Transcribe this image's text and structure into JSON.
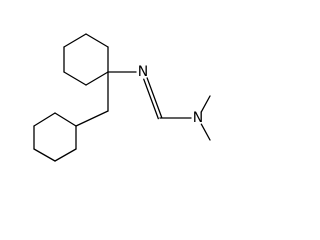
{
  "molecule": {
    "atoms": [
      {
        "id": "c1",
        "element": "C",
        "label": ""
      },
      {
        "id": "c2",
        "element": "C",
        "label": ""
      },
      {
        "id": "c3",
        "element": "C",
        "label": ""
      },
      {
        "id": "c4",
        "element": "C",
        "label": ""
      },
      {
        "id": "c5",
        "element": "C",
        "label": ""
      },
      {
        "id": "c6",
        "element": "C",
        "label": ""
      },
      {
        "id": "ch2",
        "element": "C",
        "label": ""
      },
      {
        "id": "d1",
        "element": "C",
        "label": ""
      },
      {
        "id": "d2",
        "element": "C",
        "label": ""
      },
      {
        "id": "d3",
        "element": "C",
        "label": ""
      },
      {
        "id": "d4",
        "element": "C",
        "label": ""
      },
      {
        "id": "d5",
        "element": "C",
        "label": ""
      },
      {
        "id": "d6",
        "element": "C",
        "label": ""
      },
      {
        "id": "n1",
        "element": "N",
        "label": "N"
      },
      {
        "id": "cim",
        "element": "C",
        "label": ""
      },
      {
        "id": "n2",
        "element": "N",
        "label": "N"
      },
      {
        "id": "me1",
        "element": "C",
        "label": ""
      },
      {
        "id": "me2",
        "element": "C",
        "label": ""
      }
    ],
    "bonds": [
      {
        "id": "b1",
        "from": "c1",
        "to": "c2",
        "order": 1
      },
      {
        "id": "b2",
        "from": "c2",
        "to": "c3",
        "order": 1
      },
      {
        "id": "b3",
        "from": "c3",
        "to": "c4",
        "order": 1
      },
      {
        "id": "b4",
        "from": "c4",
        "to": "c5",
        "order": 1
      },
      {
        "id": "b5",
        "from": "c5",
        "to": "c6",
        "order": 1
      },
      {
        "id": "b6",
        "from": "c6",
        "to": "c1",
        "order": 1
      },
      {
        "id": "b7",
        "from": "c1",
        "to": "ch2",
        "order": 1
      },
      {
        "id": "b8",
        "from": "ch2",
        "to": "d1",
        "order": 1
      },
      {
        "id": "b9",
        "from": "d1",
        "to": "d2",
        "order": 1
      },
      {
        "id": "b10",
        "from": "d2",
        "to": "d3",
        "order": 1
      },
      {
        "id": "b11",
        "from": "d3",
        "to": "d4",
        "order": 1
      },
      {
        "id": "b12",
        "from": "d4",
        "to": "d5",
        "order": 1
      },
      {
        "id": "b13",
        "from": "d5",
        "to": "d6",
        "order": 1
      },
      {
        "id": "b14",
        "from": "d6",
        "to": "d1",
        "order": 1
      },
      {
        "id": "b15",
        "from": "c1",
        "to": "n1",
        "order": 1
      },
      {
        "id": "b16",
        "from": "n1",
        "to": "cim",
        "order": 2
      },
      {
        "id": "b17",
        "from": "cim",
        "to": "n2",
        "order": 1
      },
      {
        "id": "b18",
        "from": "n2",
        "to": "me1",
        "order": 1
      },
      {
        "id": "b19",
        "from": "n2",
        "to": "me2",
        "order": 1
      }
    ]
  },
  "colors": {
    "bond": "#000000",
    "label": "#000000",
    "background": "#ffffff"
  }
}
